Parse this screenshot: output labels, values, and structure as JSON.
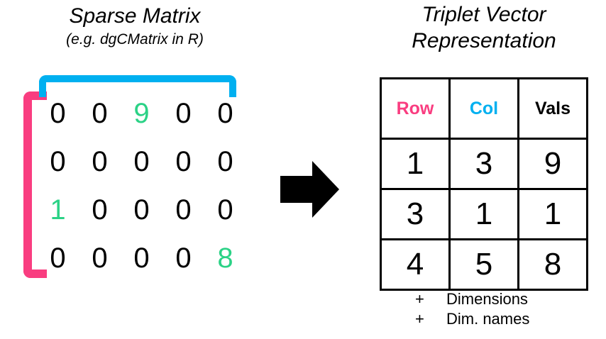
{
  "colors": {
    "pink": "#F93D80",
    "blue": "#00B0F0",
    "green": "#2BD286",
    "black": "#000000"
  },
  "left": {
    "title": "Sparse Matrix",
    "subtitle": "(e.g. dgCMatrix in R)",
    "matrix": {
      "rows": [
        [
          "0",
          "0",
          "9",
          "0",
          "0"
        ],
        [
          "0",
          "0",
          "0",
          "0",
          "0"
        ],
        [
          "1",
          "0",
          "0",
          "0",
          "0"
        ],
        [
          "0",
          "0",
          "0",
          "0",
          "8"
        ]
      ],
      "highlighted_cells": [
        [
          0,
          2
        ],
        [
          2,
          0
        ],
        [
          3,
          4
        ]
      ],
      "row_bracket_color": "pink",
      "column_bracket_color": "blue"
    }
  },
  "arrow": {
    "direction": "right",
    "color": "#000000"
  },
  "right": {
    "title_line1": "Triplet Vector",
    "title_line2": "Representation",
    "table": {
      "headers": [
        {
          "label": "Row",
          "color": "pink"
        },
        {
          "label": "Col",
          "color": "blue"
        },
        {
          "label": "Vals",
          "color": "black"
        }
      ],
      "rows": [
        [
          "1",
          "3",
          "9"
        ],
        [
          "3",
          "1",
          "1"
        ],
        [
          "4",
          "5",
          "8"
        ]
      ],
      "vals_color": "green"
    },
    "extras": [
      {
        "bullet": "+",
        "text": "Dimensions"
      },
      {
        "bullet": "+",
        "text": "Dim. names"
      }
    ]
  }
}
